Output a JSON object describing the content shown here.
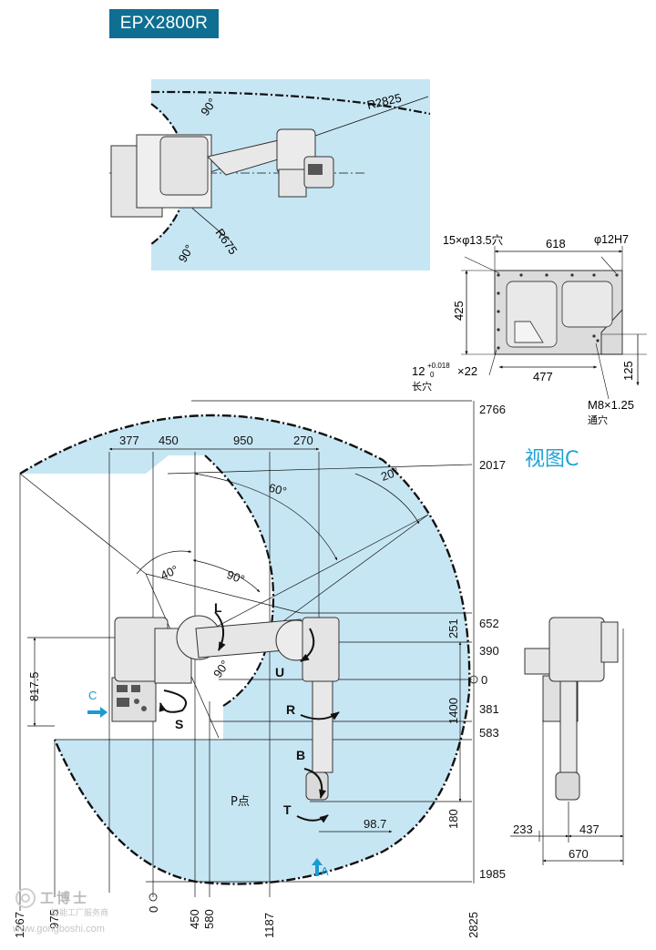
{
  "model": "EPX2800R",
  "top_view": {
    "radius_outer": "R2825",
    "radius_inner": "R675",
    "angle_a": "90°",
    "angle_b": "90°"
  },
  "view_c": {
    "title": "视图C",
    "holes_label": "15×φ13.5穴",
    "width": "618",
    "pin_label": "φ12H7",
    "height": "425",
    "bottom_width": "477",
    "slot_label": "12",
    "slot_tol_upper": "+0.018",
    "slot_tol_lower": "0",
    "slot_count": "×22",
    "slot_note": "长穴",
    "offset": "125",
    "tap_label": "M8×1.25",
    "tap_note": "通穴"
  },
  "side_view": {
    "top_dims": [
      "377",
      "450",
      "950",
      "270"
    ],
    "heights": [
      "2766",
      "2017",
      "652",
      "390",
      "0",
      "381",
      "583",
      "1985"
    ],
    "right_dims": [
      "251",
      "1400",
      "180"
    ],
    "left_dim": "817.5",
    "bottom_dims": [
      "1267",
      "975",
      "0",
      "450",
      "580",
      "1187",
      "2825"
    ],
    "angles": [
      "20°",
      "60°",
      "40°",
      "90°",
      "90°"
    ],
    "axes": [
      "L",
      "U",
      "R",
      "S",
      "B",
      "T"
    ],
    "point_label": "P点",
    "wrist_offset": "98.7",
    "arrow_c": "C",
    "arrow_a": "A"
  },
  "front_view": {
    "dims": [
      "233",
      "437",
      "670"
    ]
  },
  "watermark": {
    "name": "工博士",
    "tagline": "智能工厂服务商",
    "url": "www.gongboshi.com"
  },
  "colors": {
    "badge": "#0e6f92",
    "envelope": "#c7e6f4",
    "accent": "#1a9bd5"
  }
}
